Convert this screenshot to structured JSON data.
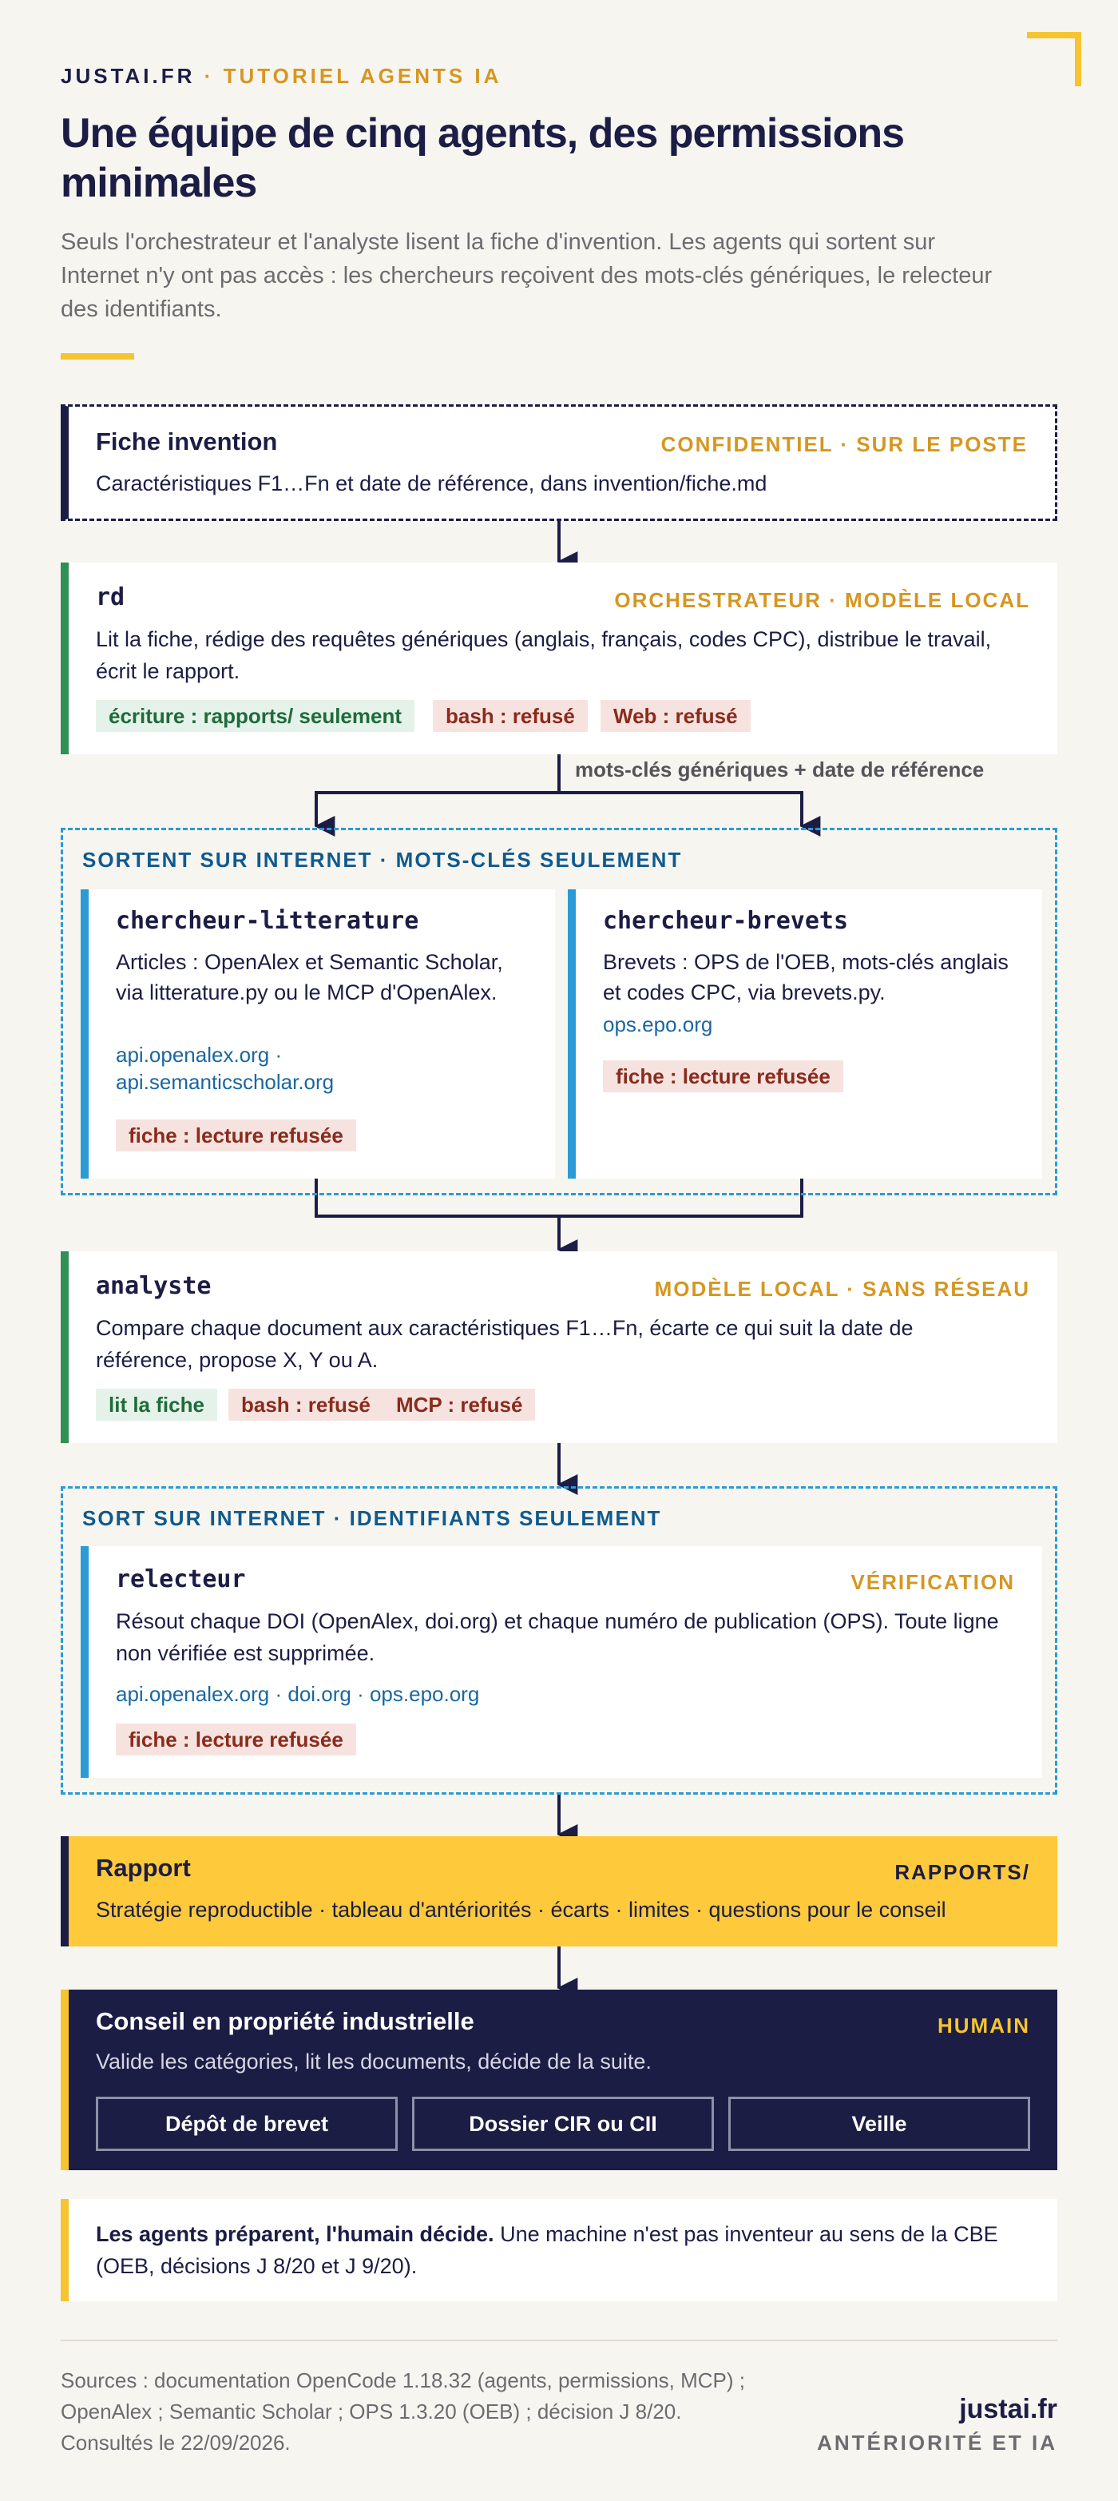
{
  "header": {
    "brand": "JUSTAI.FR",
    "separator": "·",
    "topic": "TUTORIEL AGENTS IA",
    "title": "Une équipe de cinq agents, des permissions minimales",
    "subtitle": "Seuls l'orchestrateur et l'analyste lisent la fiche d'invention. Les agents qui sortent sur Internet n'y ont pas accès : les chercheurs reçoivent des mots-clés génériques, le relecteur des identifiants."
  },
  "fiche": {
    "title": "Fiche invention",
    "tag": "CONFIDENTIEL · SUR LE POSTE",
    "body": "Caractéristiques F1…Fn et date de référence, dans invention/fiche.md"
  },
  "rd": {
    "title": "rd",
    "tag": "ORCHESTRATEUR · MODÈLE LOCAL",
    "body": "Lit la fiche, rédige des requêtes génériques (anglais, français, codes CPC), distribue le travail, écrit le rapport.",
    "chips": [
      "écriture : rapports/ seulement",
      "bash : refusé",
      "Web : refusé"
    ]
  },
  "arrow_label_keywords": "mots-clés génériques + date de référence",
  "group_internet_keywords": {
    "label": "SORTENT SUR INTERNET · MOTS-CLÉS SEULEMENT",
    "litterature": {
      "title": "chercheur-litterature",
      "body": "Articles : OpenAlex et Semantic Scholar, via litterature.py ou le MCP d'OpenAlex.",
      "links_line1": "api.openalex.org ·",
      "links_line2": "api.semanticscholar.org",
      "chip": "fiche : lecture refusée"
    },
    "brevets": {
      "title": "chercheur-brevets",
      "body": "Brevets : OPS de l'OEB, mots-clés anglais et codes CPC, via brevets.py.",
      "links": "ops.epo.org",
      "chip": "fiche : lecture refusée"
    }
  },
  "analyste": {
    "title": "analyste",
    "tag": "MODÈLE LOCAL · SANS RÉSEAU",
    "body": "Compare chaque document aux caractéristiques F1…Fn, écarte ce qui suit la date de référence, propose X, Y ou A.",
    "chips": [
      "lit la fiche",
      "bash : refusé",
      "MCP : refusé"
    ]
  },
  "group_internet_ids": {
    "label": "SORT SUR INTERNET · IDENTIFIANTS SEULEMENT",
    "relecteur": {
      "title": "relecteur",
      "tag": "VÉRIFICATION",
      "body": "Résout chaque DOI (OpenAlex, doi.org) et chaque numéro de publication (OPS). Toute ligne non vérifiée est supprimée.",
      "links": "api.openalex.org · doi.org · ops.epo.org",
      "chip": "fiche : lecture refusée"
    }
  },
  "rapport": {
    "title": "Rapport",
    "tag": "RAPPORTS/",
    "body": "Stratégie reproductible · tableau d'antériorités · écarts · limites · questions pour le conseil"
  },
  "conseil": {
    "title": "Conseil en propriété industrielle",
    "tag": "HUMAIN",
    "body": "Valide les catégories, lit les documents, décide de la suite.",
    "buttons": [
      "Dépôt de brevet",
      "Dossier CIR ou CII",
      "Veille"
    ]
  },
  "note": {
    "bold": "Les agents préparent, l'humain décide.",
    "text": " Une machine n'est pas inventeur au sens de la CBE (OEB, décisions J 8/20 et J 9/20)."
  },
  "footer": {
    "sources_line1": "Sources : documentation OpenCode 1.18.32 (agents, permissions, MCP) ;",
    "sources_line2": "OpenAlex ; Semantic Scholar ; OPS 1.3.20 (OEB) ; décision J 8/20.",
    "sources_line3": "Consultés le 22/09/2026.",
    "brand": "justai.fr",
    "sub": "ANTÉRIORITÉ ET IA"
  },
  "colors": {
    "navy": "#1c1d45",
    "gold": "#d69620",
    "yellow": "#f5c430",
    "green": "#2f8f55",
    "blue": "#2a9bd6",
    "background": "#f7f5f0"
  }
}
